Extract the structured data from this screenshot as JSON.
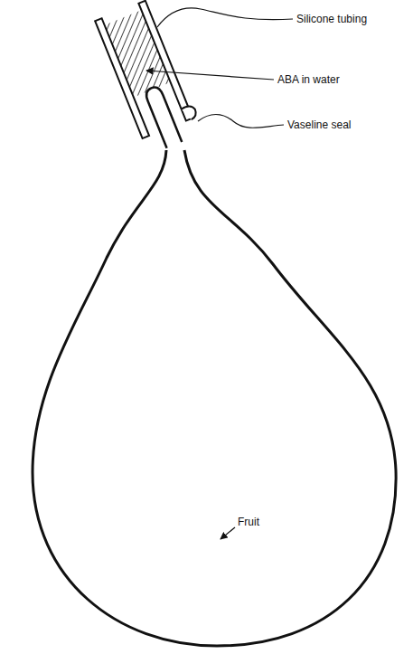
{
  "diagram": {
    "labels": [
      "Silicone tubing",
      "ABA in water",
      "Vaseline seal",
      "Fruit"
    ]
  }
}
